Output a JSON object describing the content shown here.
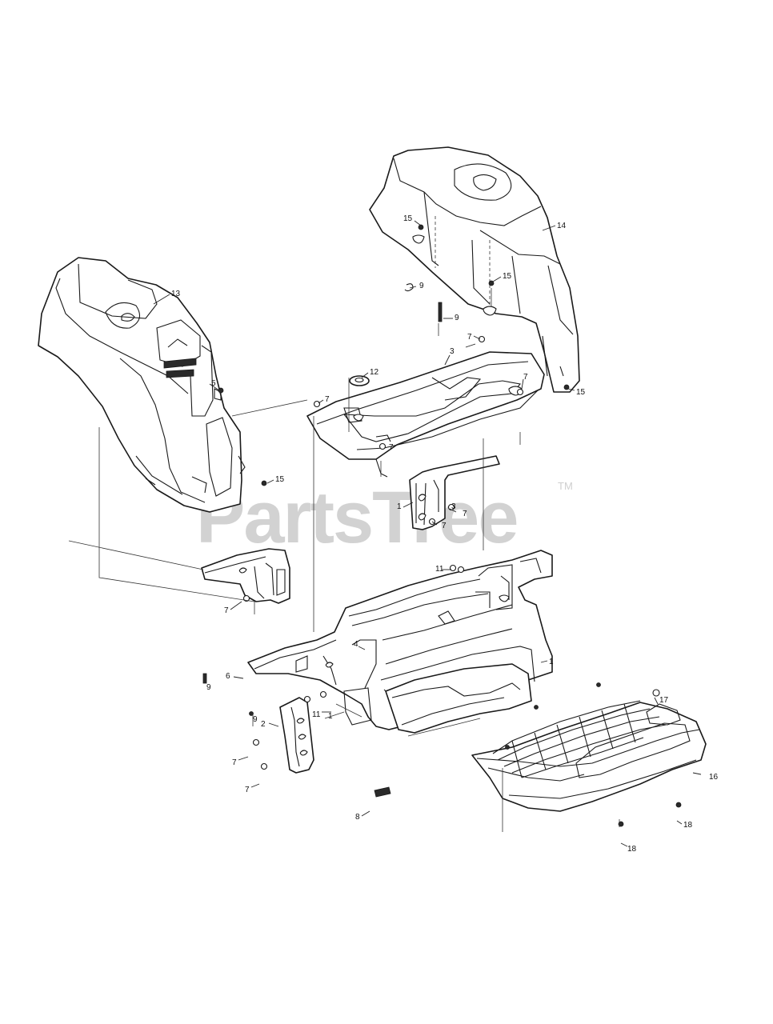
{
  "watermark": {
    "text": "PartsTree",
    "mark": "TM"
  },
  "callouts": {
    "c13": "13",
    "c14": "14",
    "c15a": "15",
    "c15b": "15",
    "c15c": "15",
    "c15d": "15",
    "c9a": "9",
    "c9b": "9",
    "c9c": "9",
    "c9d": "9",
    "c7a": "7",
    "c7b": "7",
    "c7c": "7",
    "c7d": "7",
    "c7e": "7",
    "c7f": "7",
    "c7g": "7",
    "c7h": "7",
    "c3a": "3",
    "c3b": "3",
    "c12": "12",
    "c5": "5",
    "c1a": "1",
    "c1b": "1",
    "c1c": "1",
    "c11a": "11",
    "c11b": "11",
    "c4": "4",
    "c6": "6",
    "c2": "2",
    "c8": "8",
    "c17": "17",
    "c16": "16",
    "c18a": "18",
    "c18b": "18"
  },
  "colors": {
    "line": "#1a1a1a",
    "watermark": "#d2d2d2",
    "background": "#ffffff"
  }
}
